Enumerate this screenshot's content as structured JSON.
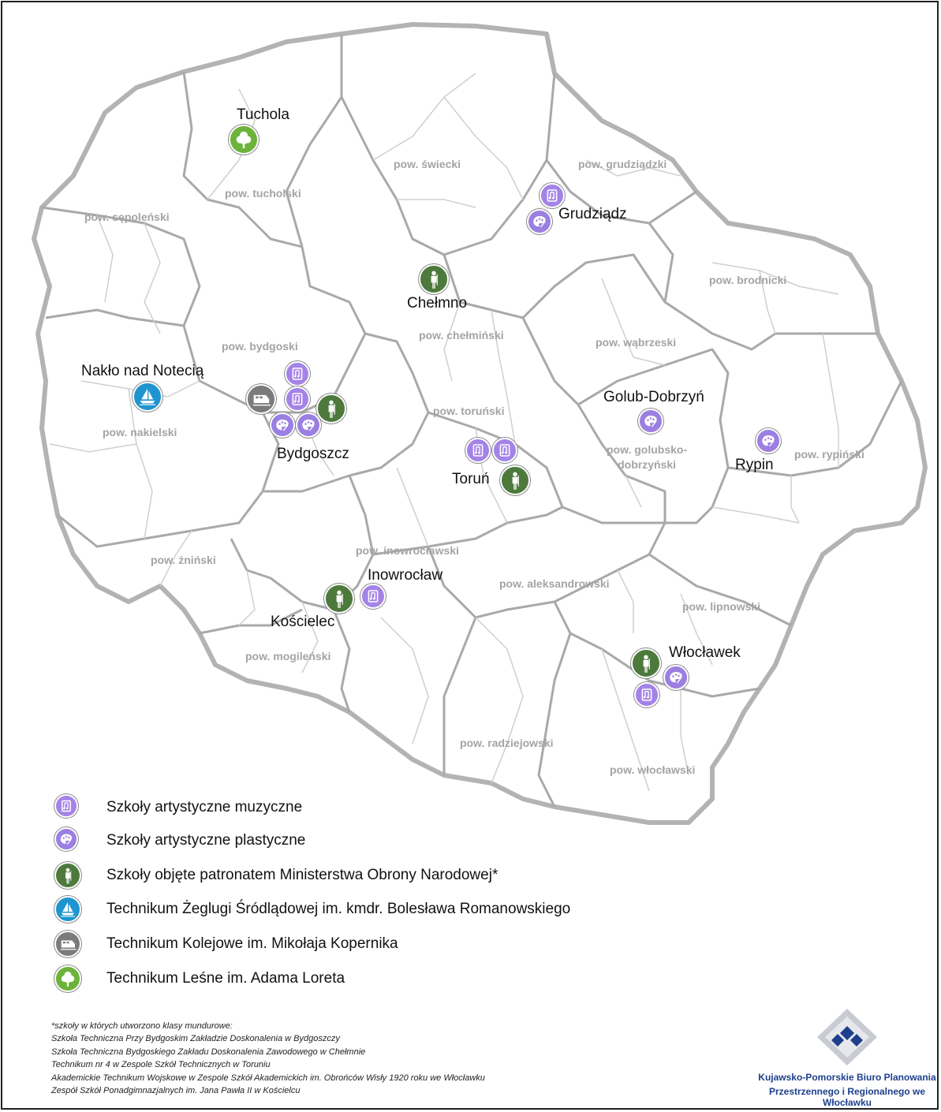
{
  "colors": {
    "music": "#a483e8",
    "art": "#9b7fe2",
    "military": "#4d7a3c",
    "maritime": "#1f95cf",
    "rail": "#7b7b7b",
    "forest": "#6bb33a",
    "border_major": "#a9a9a9",
    "border_minor": "#c9c9c9",
    "fill": "#ffffff",
    "logo_blue": "#1d3f8c"
  },
  "cities": [
    {
      "name": "Tuchola"
    },
    {
      "name": "Grudziądz"
    },
    {
      "name": "Chełmno"
    },
    {
      "name": "Nakło nad Notecią"
    },
    {
      "name": "Bydgoszcz"
    },
    {
      "name": "Golub-Dobrzyń"
    },
    {
      "name": "Rypin"
    },
    {
      "name": "Toruń"
    },
    {
      "name": "Inowrocław"
    },
    {
      "name": "Kościelec"
    },
    {
      "name": "Włocławek"
    }
  ],
  "counties": [
    {
      "name": "pow. świecki"
    },
    {
      "name": "pow. grudziądzki"
    },
    {
      "name": "pow. tucholski"
    },
    {
      "name": "pow. sępoleński"
    },
    {
      "name": "pow. brodnicki"
    },
    {
      "name": "pow. chełmiński"
    },
    {
      "name": "pow. wąbrzeski"
    },
    {
      "name": "pow. bydgoski"
    },
    {
      "name": "pow. nakielski"
    },
    {
      "name": "pow. toruński"
    },
    {
      "name": "pow. golubsko-\ndobrzyński"
    },
    {
      "name": "pow. rypiński"
    },
    {
      "name": "pow. inowrocławski"
    },
    {
      "name": "pow. żniński"
    },
    {
      "name": "pow. aleksandrowski"
    },
    {
      "name": "pow. lipnowski"
    },
    {
      "name": "pow. mogileński"
    },
    {
      "name": "pow. radziejowski"
    },
    {
      "name": "pow. włocławski"
    }
  ],
  "markers": [
    {
      "type": "forest",
      "icon": "tree-icon"
    },
    {
      "type": "music",
      "icon": "music-icon"
    },
    {
      "type": "art",
      "icon": "palette-icon"
    },
    {
      "type": "military",
      "icon": "soldier-icon"
    },
    {
      "type": "maritime",
      "icon": "sailboat-icon"
    },
    {
      "type": "rail",
      "icon": "train-icon"
    },
    {
      "type": "music",
      "icon": "music-icon"
    },
    {
      "type": "music",
      "icon": "music-icon"
    },
    {
      "type": "art",
      "icon": "palette-icon"
    },
    {
      "type": "art",
      "icon": "palette-icon"
    },
    {
      "type": "military",
      "icon": "soldier-icon"
    },
    {
      "type": "art",
      "icon": "palette-icon"
    },
    {
      "type": "art",
      "icon": "palette-icon"
    },
    {
      "type": "music",
      "icon": "music-icon"
    },
    {
      "type": "music",
      "icon": "music-icon"
    },
    {
      "type": "military",
      "icon": "soldier-icon"
    },
    {
      "type": "military",
      "icon": "soldier-icon"
    },
    {
      "type": "music",
      "icon": "music-icon"
    },
    {
      "type": "military",
      "icon": "soldier-icon"
    },
    {
      "type": "art",
      "icon": "palette-icon"
    },
    {
      "type": "music",
      "icon": "music-icon"
    }
  ],
  "legend": [
    {
      "type": "music",
      "icon": "music-icon",
      "label": "Szkoły artystyczne muzyczne"
    },
    {
      "type": "art",
      "icon": "palette-icon",
      "label": "Szkoły artystyczne plastyczne"
    },
    {
      "type": "military",
      "icon": "soldier-icon",
      "label": "Szkoły objęte patronatem Ministerstwa Obrony Narodowej*"
    },
    {
      "type": "maritime",
      "icon": "sailboat-icon",
      "label": "Technikum Żeglugi Śródlądowej im. kmdr. Bolesława Romanowskiego"
    },
    {
      "type": "rail",
      "icon": "train-icon",
      "label": "Technikum Kolejowe im. Mikołaja Kopernika"
    },
    {
      "type": "forest",
      "icon": "tree-icon",
      "label": "Technikum Leśne im. Adama Loreta"
    }
  ],
  "notes": [
    "*szkoły w których utworzono klasy mundurowe:",
    "Szkoła Techniczna Przy Bydgoskim Zakładzie Doskonalenia w Bydgoszczy",
    "Szkoła Techniczna Bydgoskiego Zakładu Doskonalenia Zawodowego w Chełmnie",
    "Technikum nr 4 w Zespole Szkół Technicznych w Toruniu",
    "Akademickie Technikum Wojskowe w Zespole Szkół Akademickich im. Obrońców Wisły 1920 roku we Włocławku",
    "Zespół Szkół Ponadgimnazjalnych im. Jana Pawła II w Kościelcu"
  ],
  "logo": {
    "line1": "Kujawsko-Pomorskie Biuro Planowania",
    "line2": "Przestrzennego i Regionalnego we Włocławku"
  }
}
